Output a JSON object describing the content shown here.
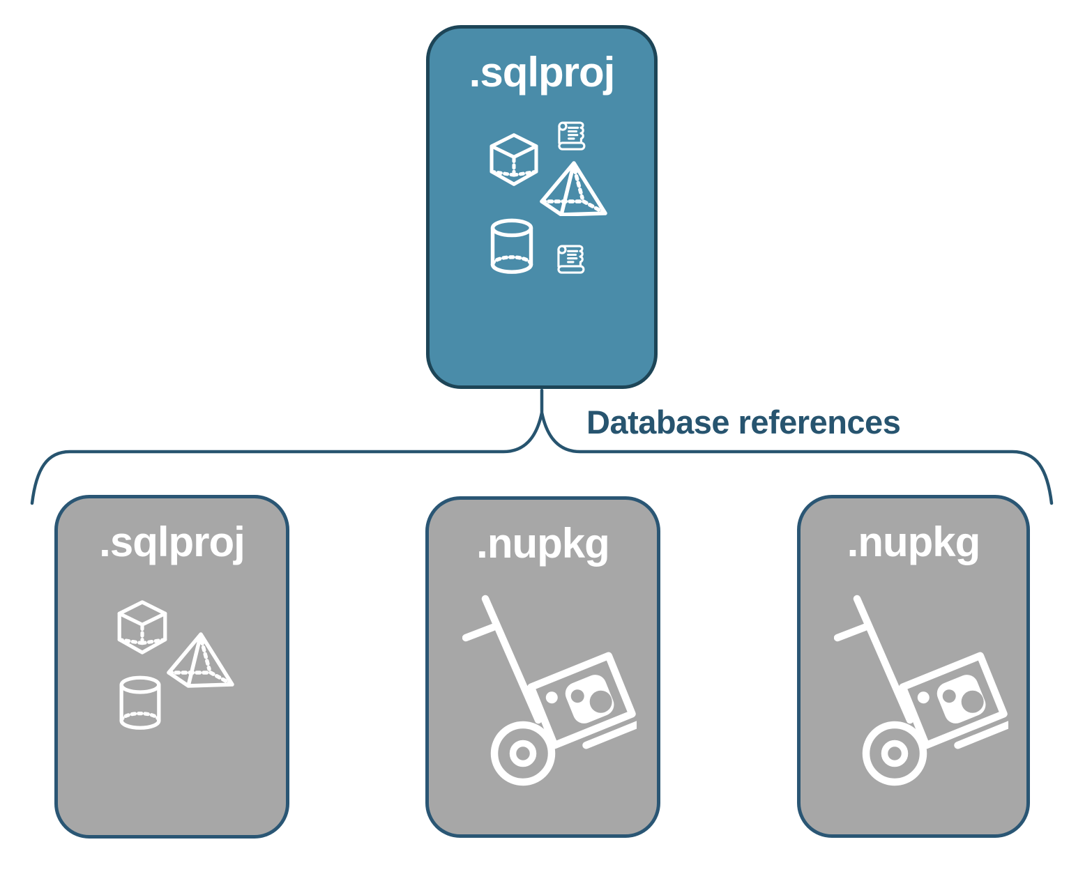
{
  "diagram": {
    "root": {
      "label": ".sqlproj",
      "fill_color": "#4A8CA9",
      "border_color": "#1D4557",
      "icons": [
        "script-scroll-icon",
        "cube-icon",
        "pyramid-icon",
        "cylinder-icon",
        "script-scroll-icon"
      ]
    },
    "connector": {
      "label": "Database references",
      "color": "#27546F"
    },
    "children": [
      {
        "label": ".sqlproj",
        "fill_color": "#A7A7A7",
        "border_color": "#2A5674",
        "icons": [
          "cube-icon",
          "pyramid-icon",
          "cylinder-icon"
        ]
      },
      {
        "label": ".nupkg",
        "fill_color": "#A7A7A7",
        "border_color": "#2A5674",
        "icons": [
          "package-dolly-icon"
        ]
      },
      {
        "label": ".nupkg",
        "fill_color": "#A7A7A7",
        "border_color": "#2A5674",
        "icons": [
          "package-dolly-icon"
        ]
      }
    ]
  }
}
